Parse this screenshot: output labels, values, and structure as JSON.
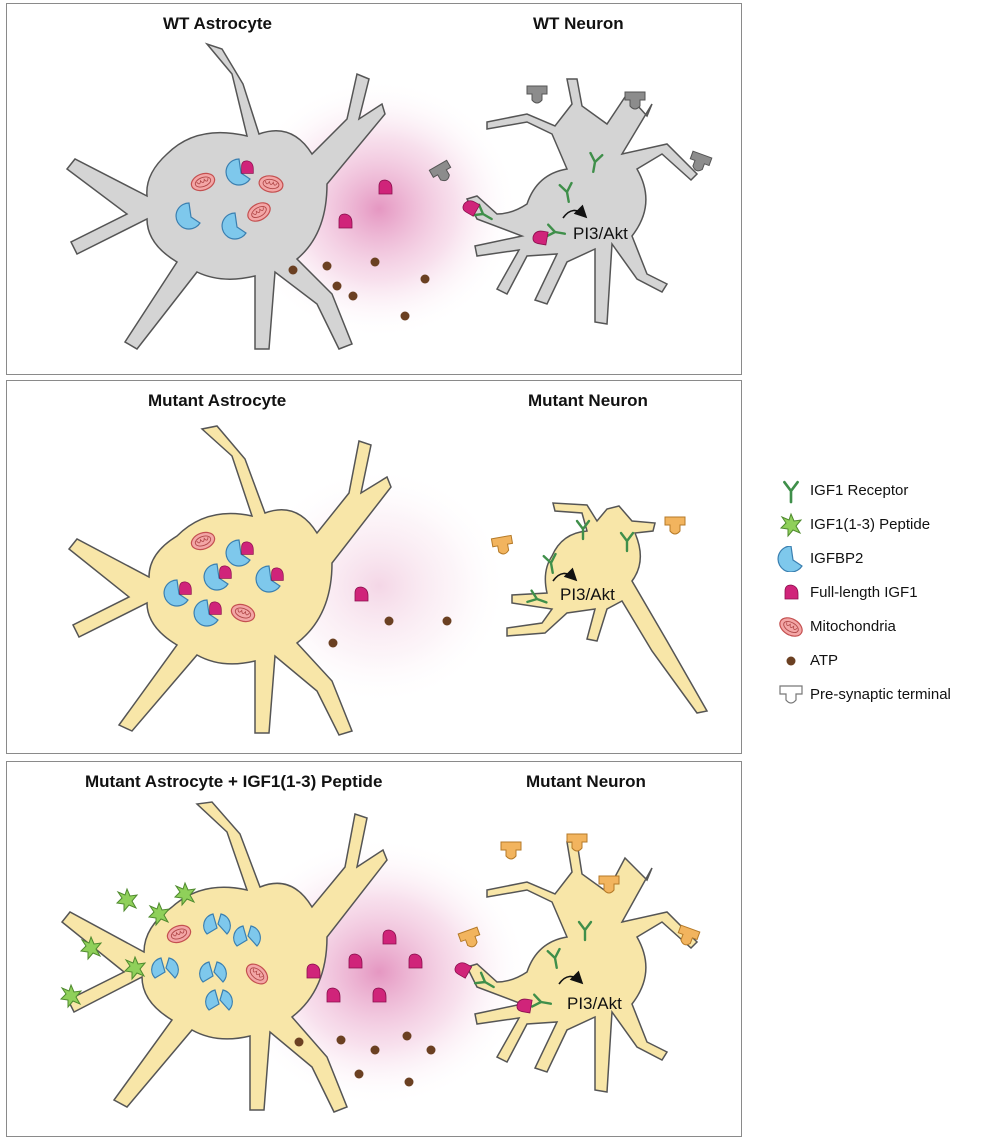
{
  "panels": [
    {
      "astrocyte_title": "WT Astrocyte",
      "neuron_title": "WT Neuron",
      "pathway_label": "PI3/Akt"
    },
    {
      "astrocyte_title": "Mutant Astrocyte",
      "neuron_title": "Mutant Neuron",
      "pathway_label": "PI3/Akt"
    },
    {
      "astrocyte_title": "Mutant Astrocyte + IGF1(1-3) Peptide",
      "neuron_title": "Mutant Neuron",
      "pathway_label": "PI3/Akt"
    }
  ],
  "legend": [
    {
      "icon": "igf1-receptor-icon",
      "label": "IGF1 Receptor"
    },
    {
      "icon": "igf1-peptide-star-icon",
      "label": "IGF1(1-3) Peptide"
    },
    {
      "icon": "igfbp2-icon",
      "label": "IGFBP2"
    },
    {
      "icon": "full-length-igf1-icon",
      "label": "Full-length IGF1"
    },
    {
      "icon": "mitochondria-icon",
      "label": "Mitochondria"
    },
    {
      "icon": "atp-icon",
      "label": "ATP"
    },
    {
      "icon": "pre-synaptic-terminal-icon",
      "label": "Pre-synaptic terminal"
    }
  ],
  "colors": {
    "wt_cell": "#d4d4d4",
    "mutant_cell": "#f8e6a8",
    "igfbp2": "#7ec8ec",
    "igf1": "#d0247a",
    "receptor": "#3f8f4a",
    "peptide": "#8fd05a",
    "mitochondria": "#f3a6a6",
    "atp": "#6b4022",
    "terminal_wt": "#8c8c8c",
    "terminal_mutant": "#f2b45e",
    "glow": "#e79ac4"
  }
}
